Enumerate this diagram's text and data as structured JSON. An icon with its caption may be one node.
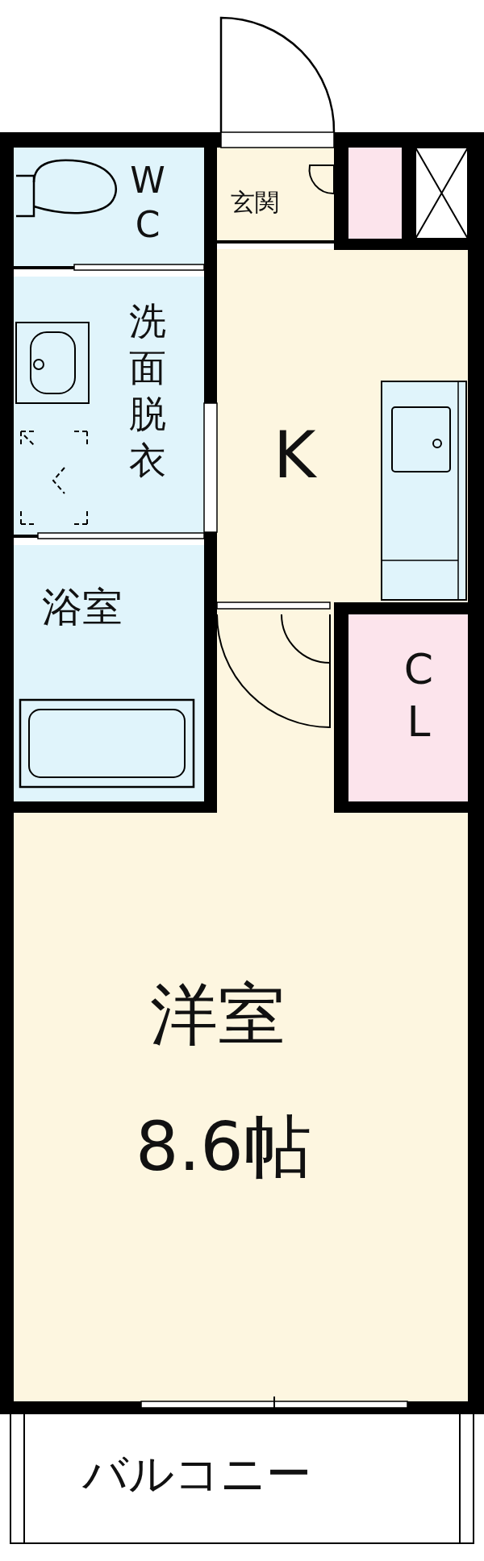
{
  "diagram": {
    "nodes": [
      {
        "text": [
          "WC"
        ]
      },
      {
        "text": [
          "洗面脱衣"
        ]
      },
      {
        "text": [
          "浴室"
        ]
      },
      {
        "text": [
          "玄関"
        ]
      },
      {
        "text": [
          "K"
        ]
      },
      {
        "text": [
          "CL"
        ]
      },
      {
        "text": [
          "洋室",
          "8.6帖"
        ]
      },
      {
        "text": [
          "バルコニー"
        ]
      }
    ]
  }
}
